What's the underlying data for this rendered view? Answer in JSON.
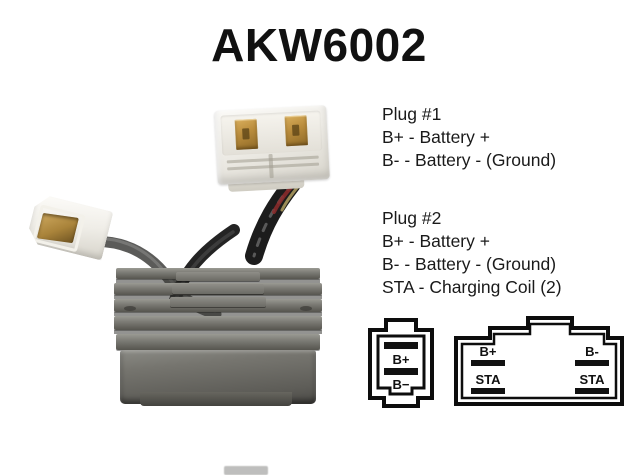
{
  "page": {
    "title": "AKW6002",
    "background_color": "#ffffff",
    "text_color": "#111111"
  },
  "specs": {
    "plug1": {
      "heading": "Plug #1",
      "lines": [
        "B+ - Battery +",
        "B- - Battery - (Ground)"
      ]
    },
    "plug2": {
      "heading": "Plug #2",
      "lines": [
        "B+ - Battery +",
        "B- - Battery - (Ground)",
        "STA - Charging Coil (2)"
      ]
    }
  },
  "photo": {
    "alt_name": "voltage-regulator-rectifier",
    "body_color": "#6a6a64",
    "connector_color": "#f2f0ea",
    "terminal_color": "#b98c3c",
    "wire_color": "#2b2b2b"
  },
  "pinouts": {
    "plug1_connector": {
      "name": "2-pin connector",
      "pins": [
        {
          "label": "B+"
        },
        {
          "label": "B−"
        }
      ]
    },
    "plug2_connector": {
      "name": "4-pin connector",
      "pins": [
        {
          "label": "B+"
        },
        {
          "label": "B-"
        },
        {
          "label": "STA"
        },
        {
          "label": "STA"
        }
      ]
    },
    "outline_color": "#0d0d0d",
    "terminal_bar_color": "#111111"
  }
}
